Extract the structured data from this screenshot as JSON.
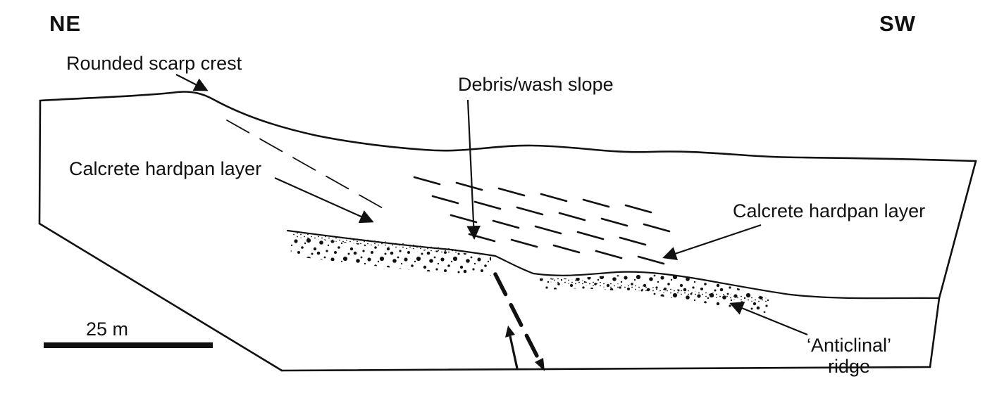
{
  "figure": {
    "background_color": "#ffffff",
    "ink_color": "#111111",
    "orientation": {
      "left": "NE",
      "right": "SW"
    },
    "scale_bar": {
      "label": "25 m"
    },
    "labels": {
      "rounded_scarp_crest": "Rounded scarp crest",
      "debris_wash_slope": "Debris/wash slope",
      "calcrete_hardpan_left": "Calcrete hardpan layer",
      "calcrete_hardpan_right": "Calcrete hardpan layer",
      "anticlinal_ridge_line1": "‘Anticlinal’",
      "anticlinal_ridge_line2": "ridge"
    }
  }
}
